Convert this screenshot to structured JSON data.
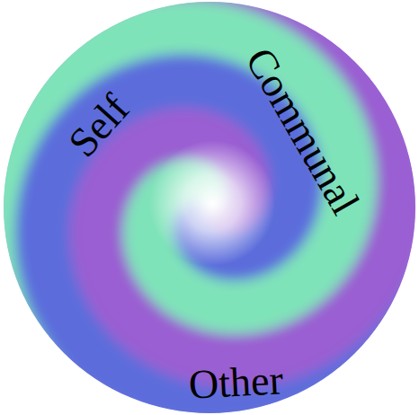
{
  "diagram": {
    "labels": [
      "Self",
      "Communal",
      "Other"
    ]
  }
}
